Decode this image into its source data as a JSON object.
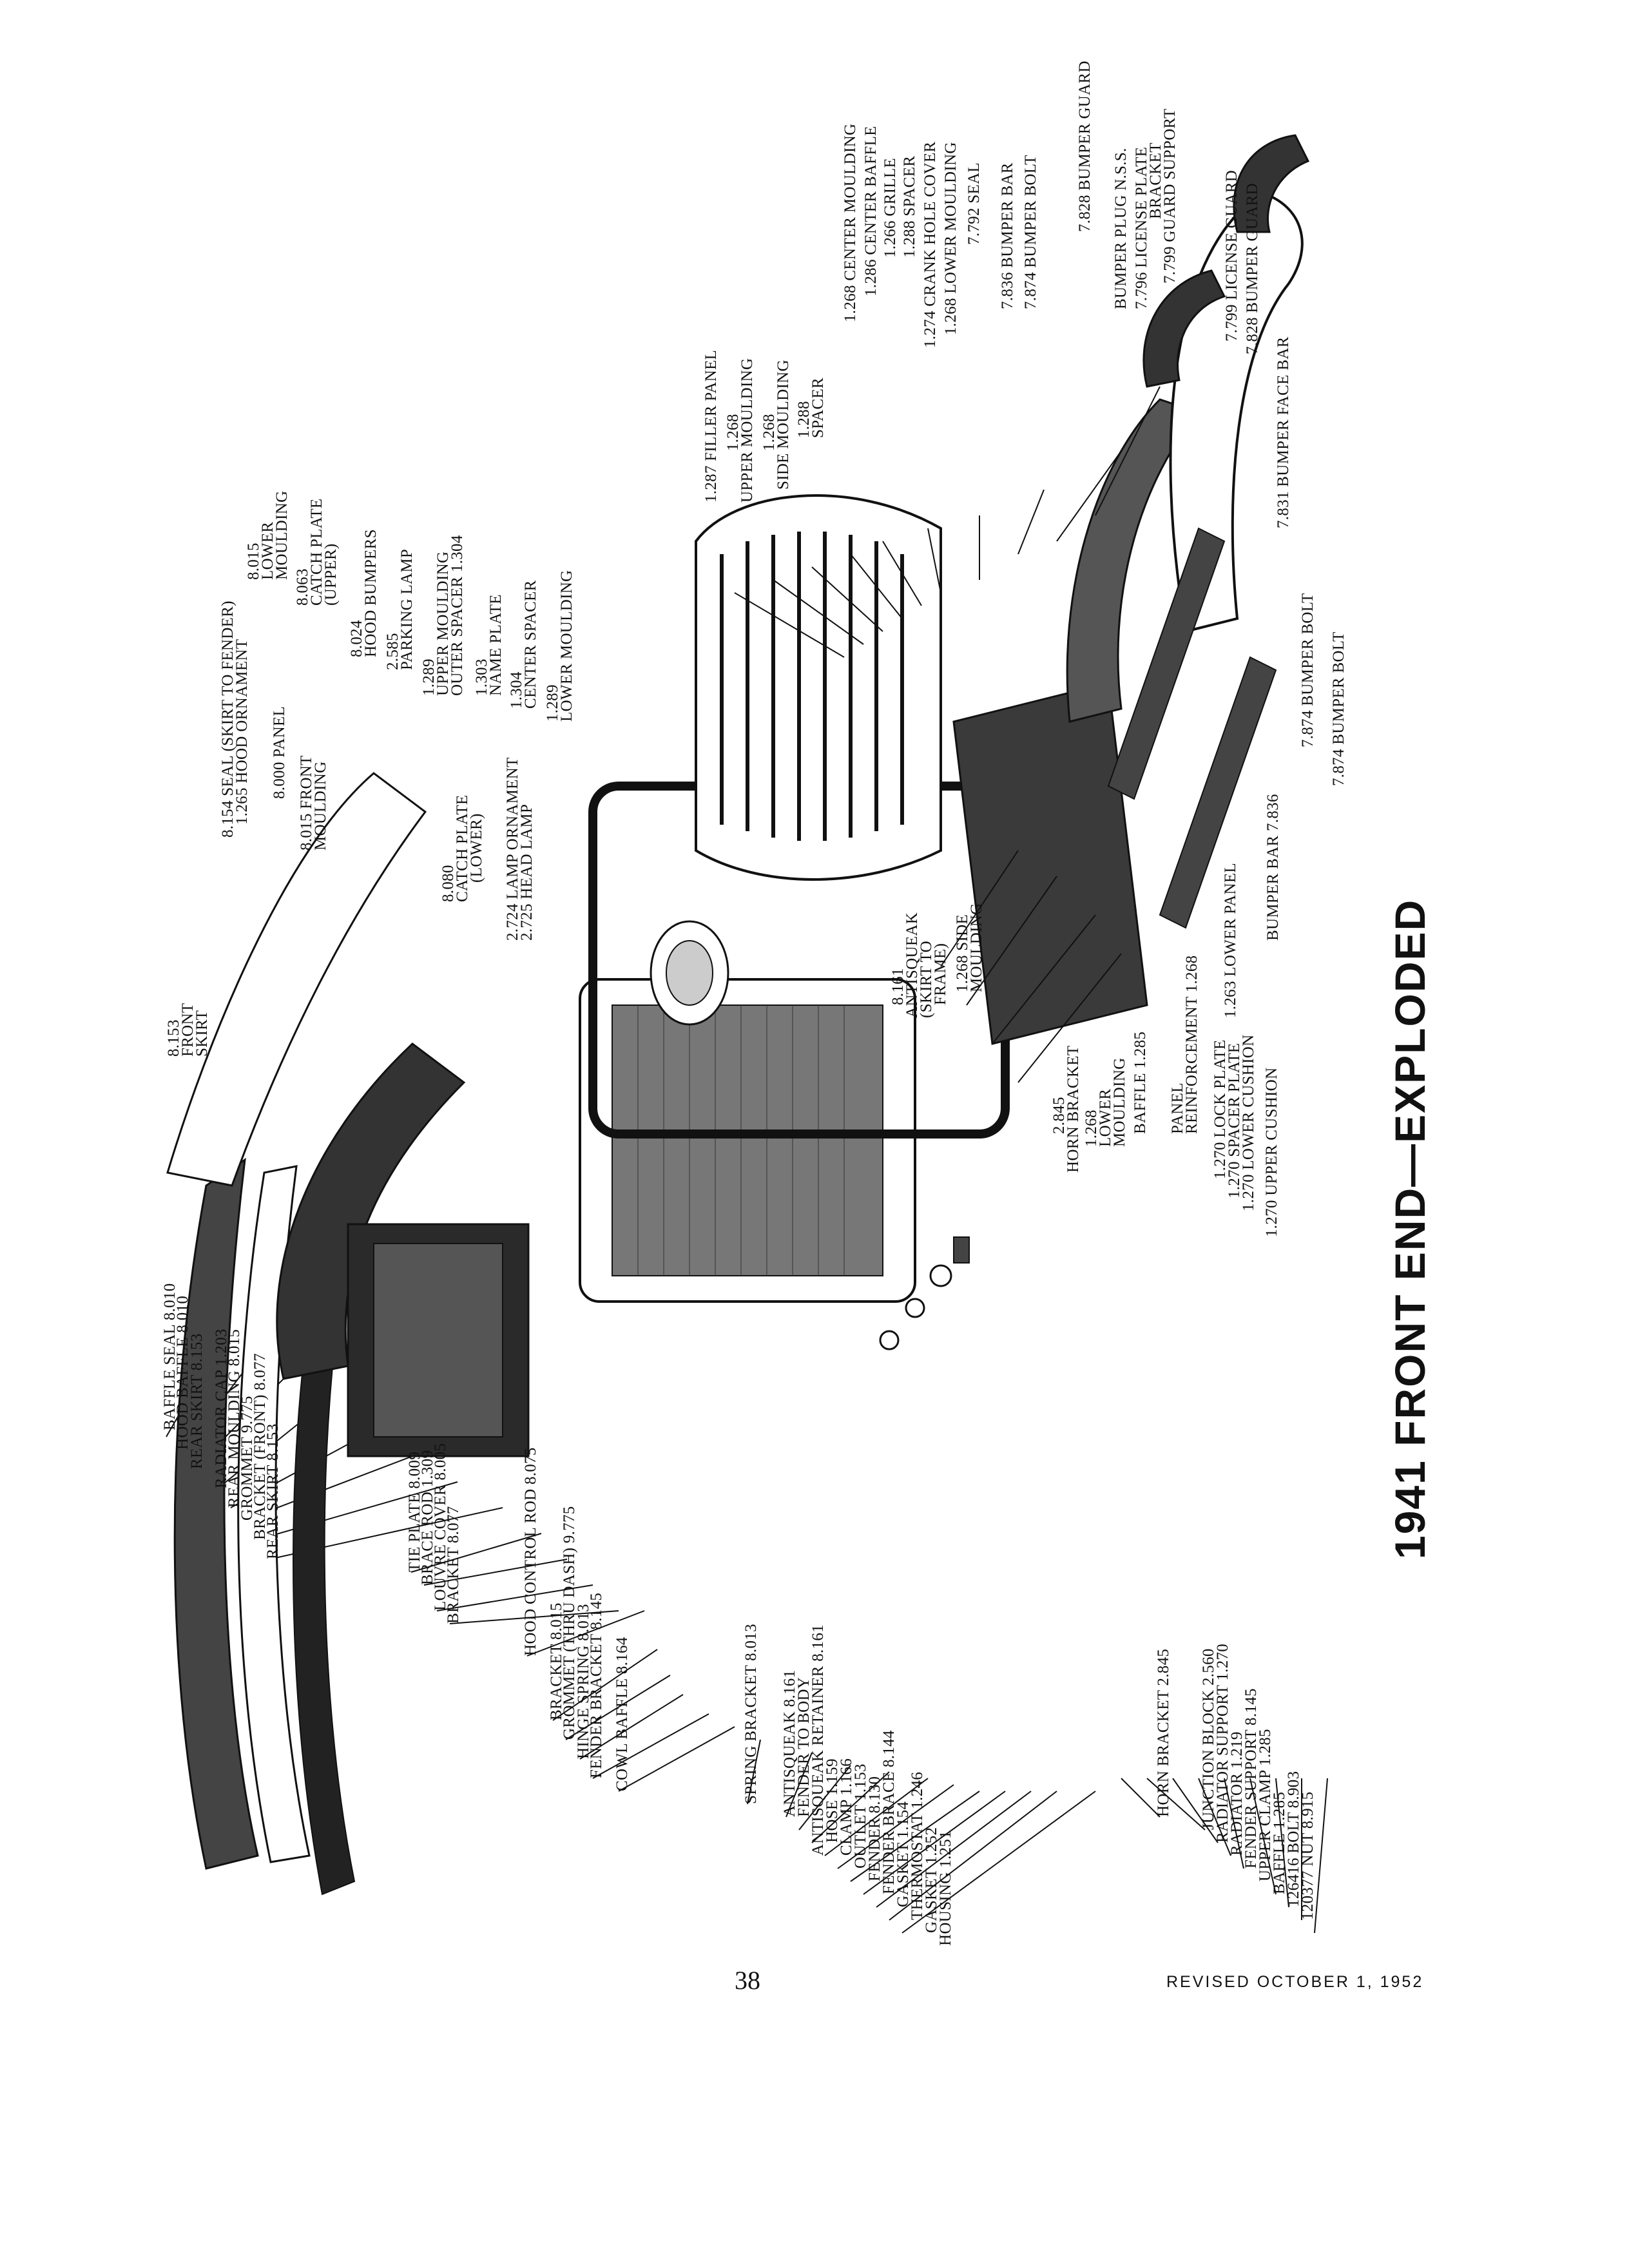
{
  "title": "1941 FRONT END—EXPLODED",
  "page_number": "38",
  "revised": "REVISED OCTOBER 1, 1952",
  "colors": {
    "ink": "#111111",
    "paper": "#ffffff",
    "shade": "#444444"
  },
  "labels": {
    "baffle_seal": "BAFFLE SEAL 8.010",
    "hood_baffle": "HOOD BAFFLE 8.010",
    "rear_skirt_a": "REAR SKIRT 8.153",
    "radiator_cap": "RADIATOR CAP 1.203",
    "rear_moulding": "REAR MOULDING 8.015",
    "grommet_a": "GROMMET 9.775",
    "bracket_front": "BRACKET (FRONT) 8.077",
    "rear_skirt_b": "REAR SKIRT 8.153",
    "tie_plate": "TIE PLATE 8.009",
    "brace_rod": "BRACE ROD 1.309",
    "louvre_cover": "LOUVRE COVER 8.005",
    "bracket_a": "BRACKET 8.077",
    "hood_control_rod": "HOOD CONTROL ROD 8.075",
    "bracket_b": "BRACKET 8.015",
    "grommet_dash": "GROMMET (THRU DASH) 9.775",
    "hinge_spring": "HINGE SPRING 8.013",
    "fender_bracket": "FENDER BRACKET 8.145",
    "cowl_baffle": "COWL BAFFLE 8.164",
    "spring_bracket": "SPRING BRACKET 8.013",
    "antisqueak_fender_1": "ANTISQUEAK 8.161",
    "antisqueak_fender_2": "FENDER TO BODY",
    "antisqueak_retainer": "ANTISQUEAK RETAINER 8.161",
    "hose": "HOSE 1.159",
    "clamp": "CLAMP 1.166",
    "outlet": "OUTLET 1.153",
    "fender": "FENDER 8.130",
    "fender_brace": "FENDER BRACE 8.144",
    "gasket_a": "GASKET 1.154",
    "thermostat": "THERMOSTAT 1.246",
    "gasket_b": "GASKET 1.252",
    "housing": "HOUSING 1.251",
    "horn_bracket_a": "HORN BRACKET 2.845",
    "junction_block": "JUNCTION BLOCK 2.560",
    "radiator_support": "RADIATOR SUPPORT 1.270",
    "radiator": "RADIATOR 1.219",
    "fender_support": "FENDER SUPPORT 8.145",
    "upper_clamp": "UPPER CLAMP 1.285",
    "baffle_a": "BAFFLE 1.285",
    "bolt_a": "126416 BOLT 8.903",
    "nut": "120377 NUT 8.915",
    "front_skirt_1": "8.153",
    "front_skirt_2": "FRONT",
    "front_skirt_3": "SKIRT",
    "seal_skirt": "8.154 SEAL (SKIRT TO FENDER)",
    "hood_ornament": "1.265 HOOD ORNAMENT",
    "panel": "8.000 PANEL",
    "front_moulding_1": "8.015 FRONT",
    "front_moulding_2": "MOULDING",
    "catch_plate_lower_1": "8.080",
    "catch_plate_lower_2": "CATCH PLATE",
    "catch_plate_lower_3": "(LOWER)",
    "lamp_ornament": "2.724 LAMP ORNAMENT",
    "head_lamp": "2.725 HEAD LAMP",
    "lower_moulding_top_1": "8.015",
    "lower_moulding_top_2": "LOWER",
    "lower_moulding_top_3": "MOULDING",
    "catch_plate_upper_1": "8.063",
    "catch_plate_upper_2": "CATCH PLATE",
    "catch_plate_upper_3": "(UPPER)",
    "hood_bumpers_1": "8.024",
    "hood_bumpers_2": "HOOD BUMPERS",
    "parking_lamp_1": "2.585",
    "parking_lamp_2": "PARKING LAMP",
    "upper_moulding_1": "1.289",
    "upper_moulding_2": "UPPER MOULDING",
    "outer_spacer": "OUTER SPACER 1.304",
    "name_plate_1": "1.303",
    "name_plate_2": "NAME PLATE",
    "center_spacer_1": "1.304",
    "center_spacer_2": "CENTER SPACER",
    "lower_moulding_b_1": "1.289",
    "lower_moulding_b_2": "LOWER MOULDING",
    "antisqueak_frame_1": "8.161",
    "antisqueak_frame_2": "ANTISQUEAK",
    "antisqueak_frame_3": "(SKIRT TO",
    "antisqueak_frame_4": "FRAME)",
    "side_moulding_a_1": "1.268 SIDE",
    "side_moulding_a_2": "MOULDING",
    "horn_bracket_b_1": "2.845",
    "horn_bracket_b_2": "HORN BRACKET",
    "lower_moulding_c_1": "1.268",
    "lower_moulding_c_2": "LOWER",
    "lower_moulding_c_3": "MOULDING",
    "baffle_b": "BAFFLE 1.285",
    "panel_reinf_1": "PANEL",
    "panel_reinf_2": "REINFORCEMENT 1.268",
    "lower_panel": "1.263 LOWER PANEL",
    "bumper_bar_a": "BUMPER BAR 7.836",
    "lock_plate": "1.270 LOCK PLATE",
    "spacer_plate": "1.270 SPACER PLATE",
    "lower_cushion": "1.270 LOWER CUSHION",
    "upper_cushion": "1.270 UPPER CUSHION",
    "filler_panel": "1.287 FILLER PANEL",
    "upper_moulding_b_1": "1.268",
    "upper_moulding_b_2": "UPPER MOULDING",
    "side_moulding_b_1": "1.268",
    "side_moulding_b_2": "SIDE MOULDING",
    "spacer_a_1": "1.288",
    "spacer_a_2": "SPACER",
    "center_moulding": "1.268 CENTER MOULDING",
    "center_baffle": "1.286 CENTER BAFFLE",
    "grille": "1.266 GRILLE",
    "spacer_b": "1.288 SPACER",
    "crank_hole_cover": "1.274 CRANK HOLE COVER",
    "lower_moulding_d": "1.268 LOWER MOULDING",
    "seal": "7.792 SEAL",
    "bumper_bar_b": "7.836 BUMPER BAR",
    "bumper_bolt_a": "7.874 BUMPER BOLT",
    "bumper_guard_a": "7.828 BUMPER GUARD",
    "bumper_plug": "BUMPER PLUG N.S.S.",
    "license_plate_bracket_1": "7.796 LICENSE PLATE",
    "license_plate_bracket_2": "BRACKET",
    "guard_support": "7.799 GUARD SUPPORT",
    "license_guard": "7.799 LICENSE GUARD",
    "bumper_guard_b": "7.828 BUMPER GUARD",
    "bumper_face_bar": "7.831 BUMPER FACE BAR",
    "bumper_bolt_b": "7.874 BUMPER BOLT",
    "bumper_bolt_c": "7.874 BUMPER BOLT"
  }
}
